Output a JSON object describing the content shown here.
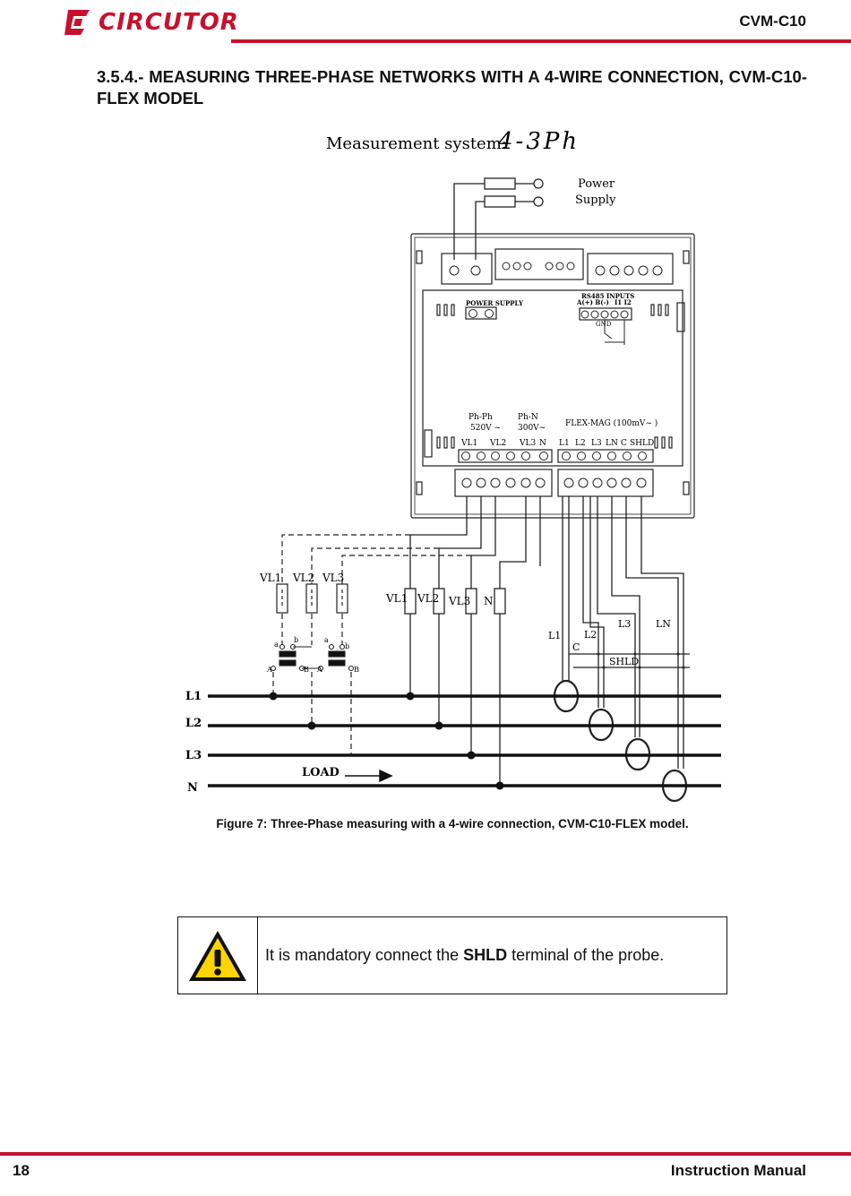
{
  "header": {
    "brand": "CIRCUTOR",
    "model": "CVM-C10"
  },
  "section": {
    "title": "3.5.4.- MEASURING THREE-PHASE NETWORKS WITH A 4-WIRE CONNECTION, CVM-C10-FLEX MODEL"
  },
  "measurement": {
    "label": "Measurement system:",
    "display_code": "4-3Ph"
  },
  "diagram": {
    "power_supply_label_1": "Power",
    "power_supply_label_2": "Supply",
    "power_supply_terminal": "POWER SUPPLY",
    "rs485_label": "RS485",
    "rs485_pins": "A(+)  B(-)",
    "inputs_label": "INPUTS",
    "inputs_pins": "I1   I2",
    "gnd_label": "GND",
    "ph_ph_label": "Ph-Ph",
    "ph_ph_value": "520V ~",
    "ph_n_label": "Ph-N",
    "ph_n_value": "300V~",
    "flex_label": "FLEX-MAG (100mV~ )",
    "voltage_terminals": [
      "VL1",
      "VL2",
      "VL3",
      "N"
    ],
    "flex_terminals": [
      "L1",
      "L2",
      "L3",
      "LN",
      "C",
      "SHLD"
    ],
    "fuse_labels_left": [
      "VL1",
      "VL2",
      "VL3"
    ],
    "fuse_labels_right": [
      "VL1",
      "VL2",
      "VL3",
      "N"
    ],
    "transformer_labels": [
      "a",
      "b",
      "A",
      "B"
    ],
    "probe_labels": [
      "L1",
      "L2",
      "L3",
      "LN",
      "C",
      "SHLD"
    ],
    "lines": [
      "L1",
      "L2",
      "L3",
      "N"
    ],
    "load_label": "LOAD"
  },
  "figure": {
    "caption": "Figure 7: Three-Phase measuring with a 4-wire connection, CVM-C10-FLEX model."
  },
  "warning": {
    "text_before": "It is mandatory connect the ",
    "text_bold": "SHLD",
    "text_after": " terminal of the probe."
  },
  "footer": {
    "page_number": "18",
    "manual_label": "Instruction Manual"
  },
  "colors": {
    "brand_red": "#c8102e",
    "warning_yellow": "#ffd400"
  }
}
